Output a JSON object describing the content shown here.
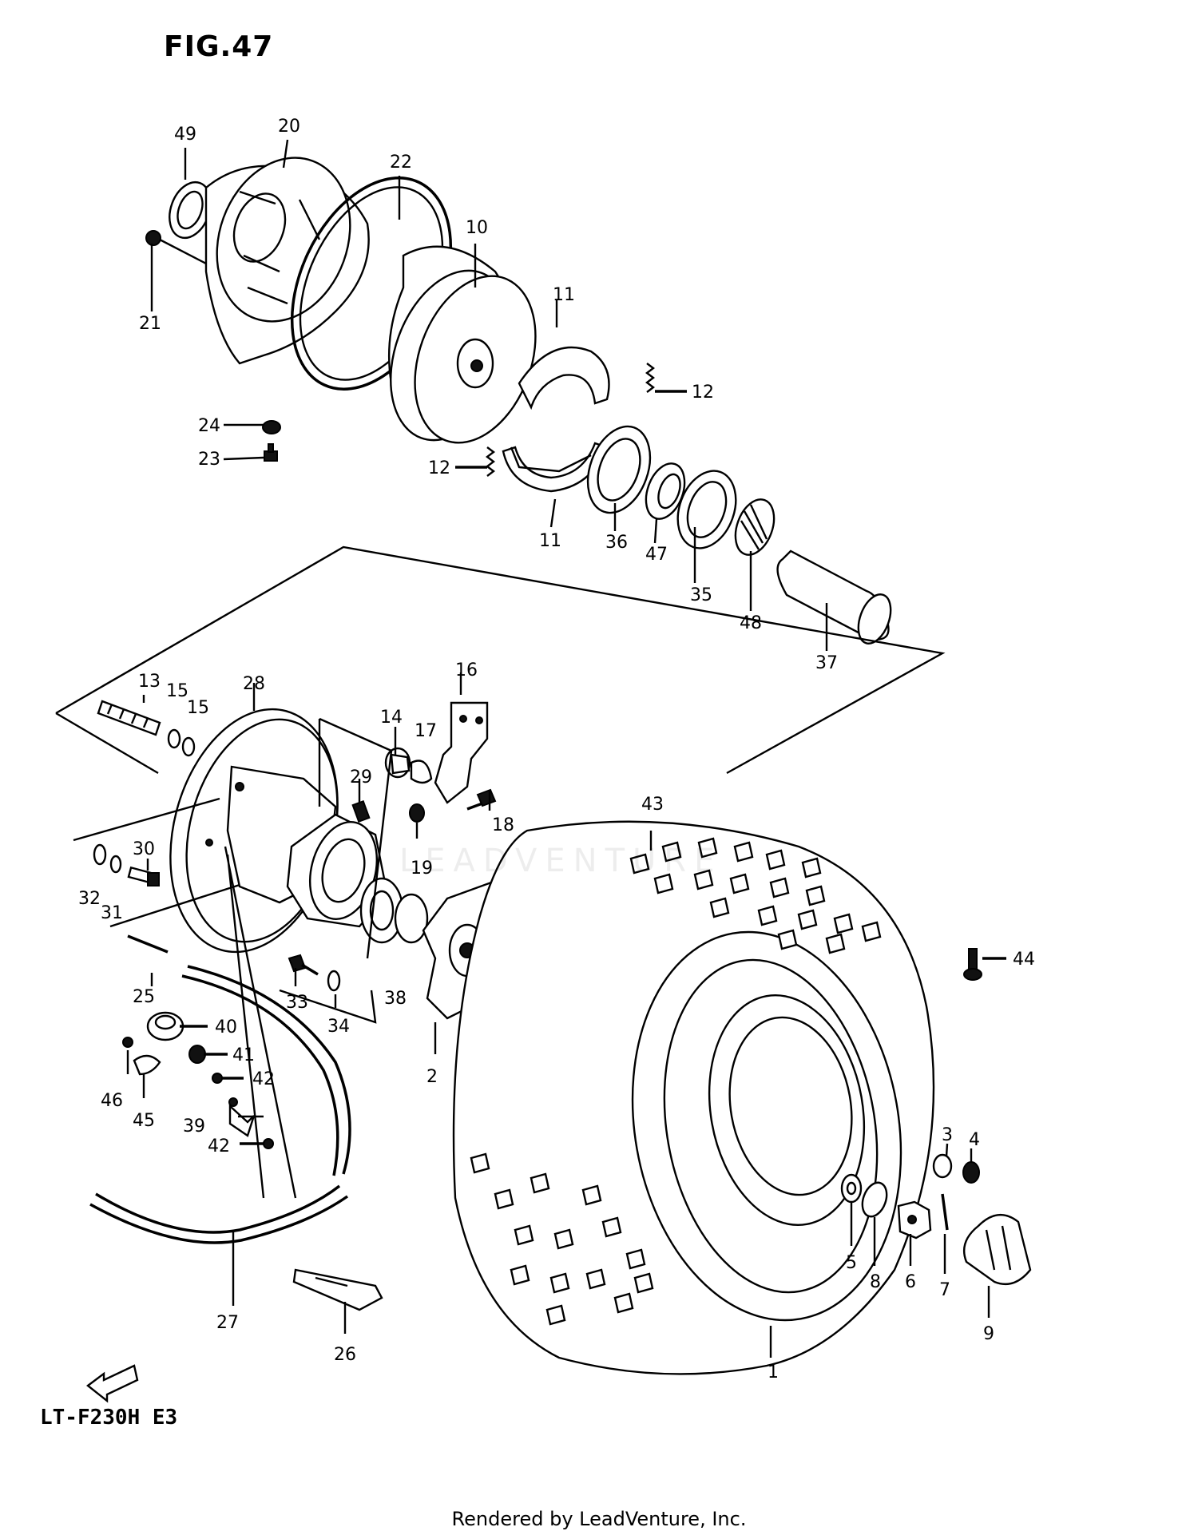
{
  "figure": {
    "title": "FIG.47",
    "model": "LT-F230H  E3",
    "footer": "Rendered by LeadVenture, Inc.",
    "watermark": "LEADVENTURE"
  },
  "part_labels": [
    "49",
    "20",
    "22",
    "10",
    "11",
    "12",
    "21",
    "24",
    "23",
    "36",
    "47",
    "35",
    "48",
    "37",
    "13",
    "15",
    "28",
    "16",
    "14",
    "17",
    "29",
    "18",
    "19",
    "30",
    "32",
    "31",
    "43",
    "44",
    "25",
    "33",
    "34",
    "38",
    "40",
    "41",
    "42",
    "46",
    "45",
    "39",
    "27",
    "26",
    "2",
    "3",
    "4",
    "5",
    "8",
    "6",
    "7",
    "9",
    "1"
  ]
}
